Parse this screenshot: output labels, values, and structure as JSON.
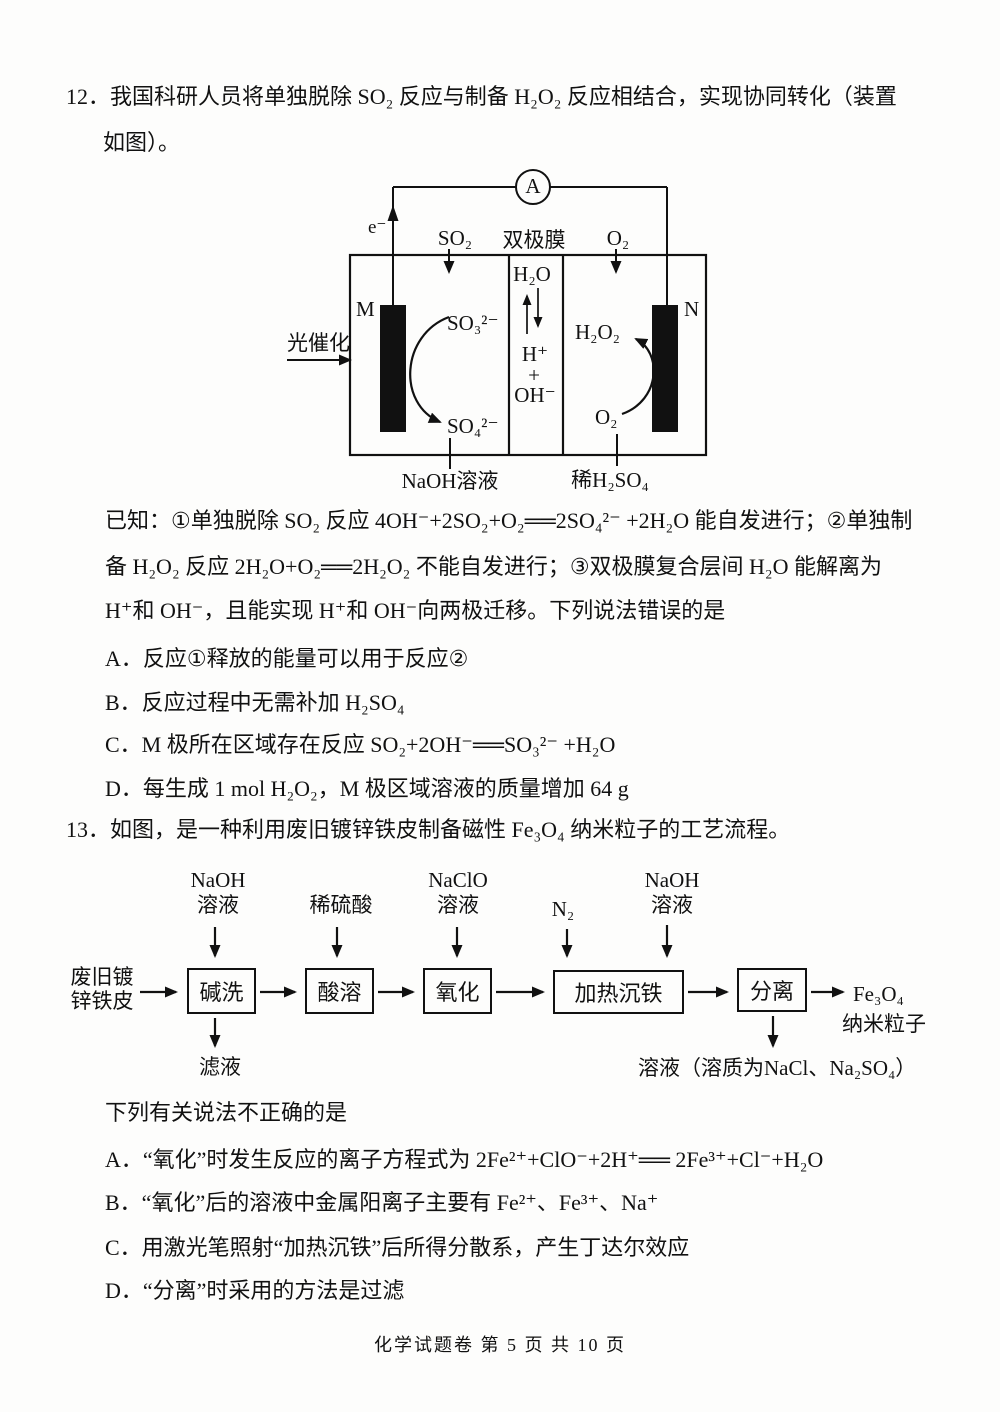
{
  "page": {
    "footer": "化学试题卷 第 5 页 共 10 页"
  },
  "q12": {
    "intro_line1": "12．我国科研人员将单独脱除 SO₂ 反应与制备 H₂O₂ 反应相结合，实现协同转化（装置",
    "intro_line2": "如图）。",
    "known_line1": "已知：①单独脱除 SO₂ 反应 4OH⁻+2SO₂+O₂══2SO₄²⁻ +2H₂O 能自发进行；②单独制",
    "known_line2": "备 H₂O₂ 反应 2H₂O+O₂══2H₂O₂ 不能自发进行；③双极膜复合层间 H₂O 能解离为",
    "known_line3": "H⁺和 OH⁻，且能实现 H⁺和 OH⁻向两极迁移。下列说法错误的是",
    "options": [
      "A．反应①释放的能量可以用于反应②",
      "B．反应过程中无需补加 H₂SO₄",
      "C．M 极所在区域存在反应 SO₂+2OH⁻══SO₃²⁻ +H₂O",
      "D．每生成 1 mol H₂O₂，M 极区域溶液的质量增加 64 g"
    ],
    "diagram": {
      "ammeter": "A",
      "electron": "e⁻",
      "so2_feed": "SO₂",
      "membrane_label": "双极膜",
      "o2_feed": "O₂",
      "electrode_m": "M",
      "electrode_n": "N",
      "h2o": "H₂O",
      "h_plus": "H⁺",
      "plus": "+",
      "oh_minus": "OH⁻",
      "so3": "SO₃²⁻",
      "so4": "SO₄²⁻",
      "h2o2": "H₂O₂",
      "o2_right": "O₂",
      "photocatalysis": "光催化",
      "left_solution": "NaOH溶液",
      "right_solution": "稀H₂SO₄"
    }
  },
  "q13": {
    "intro": "13．如图，是一种利用废旧镀锌铁皮制备磁性 Fe₃O₄ 纳米粒子的工艺流程。",
    "question": "下列有关说法不正确的是",
    "options": [
      "A．“氧化”时发生反应的离子方程式为 2Fe²⁺+ClO⁻+2H⁺══ 2Fe³⁺+Cl⁻+H₂O",
      "B．“氧化”后的溶液中金属阳离子主要有 Fe²⁺、Fe³⁺、Na⁺",
      "C．用激光笔照射“加热沉铁”后所得分散系，产生丁达尔效应",
      "D．“分离”时采用的方法是过滤"
    ],
    "flow": {
      "input_line1": "废旧镀",
      "input_line2": "锌铁皮",
      "reagent1_line1": "NaOH",
      "reagent1_line2": "溶液",
      "reagent2": "稀硫酸",
      "reagent3_line1": "NaClO",
      "reagent3_line2": "溶液",
      "reagent4": "N₂",
      "reagent5_line1": "NaOH",
      "reagent5_line2": "溶液",
      "step1": "碱洗",
      "step2": "酸溶",
      "step3": "氧化",
      "step4": "加热沉铁",
      "step5": "分离",
      "output1": "滤液",
      "product_line1": "Fe₃O₄",
      "product_line2": "纳米粒子",
      "output2": "溶液（溶质为NaCl、Na₂SO₄）"
    }
  }
}
